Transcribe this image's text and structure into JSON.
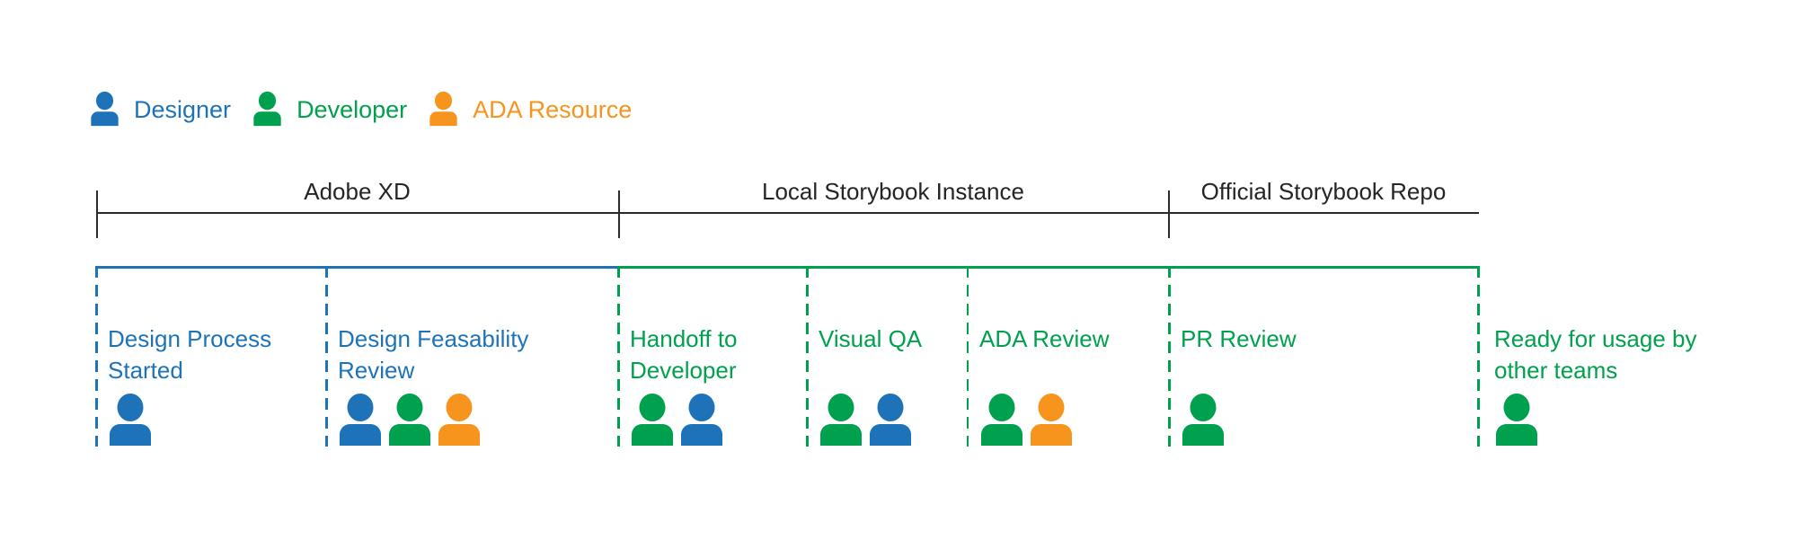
{
  "legend": {
    "items": [
      {
        "label": "Designer",
        "role": "designer"
      },
      {
        "label": "Developer",
        "role": "developer"
      },
      {
        "label": "ADA Resource",
        "role": "ada"
      }
    ],
    "colors": {
      "designer": "#1E73B8",
      "developer": "#00A14E",
      "ada": "#F7941E"
    }
  },
  "phases": [
    {
      "label": "Adobe XD"
    },
    {
      "label": "Local Storybook Instance"
    },
    {
      "label": "Official Storybook Repo"
    }
  ],
  "stages": [
    {
      "label": "Design Process Started",
      "accent": "#1E73B8",
      "roles": [
        "designer"
      ]
    },
    {
      "label": "Design Feasability Review",
      "accent": "#1E73B8",
      "roles": [
        "designer",
        "developer",
        "ada"
      ]
    },
    {
      "label": "Handoff to Developer",
      "accent": "#00A14E",
      "roles": [
        "developer",
        "designer"
      ]
    },
    {
      "label": "Visual QA",
      "accent": "#00A14E",
      "roles": [
        "developer",
        "designer"
      ]
    },
    {
      "label": "ADA Review",
      "accent": "#00A14E",
      "roles": [
        "developer",
        "ada"
      ]
    },
    {
      "label": "PR Review",
      "accent": "#00A14E",
      "roles": [
        "developer"
      ]
    },
    {
      "label": "Ready for usage by other teams",
      "accent": "#00A14E",
      "roles": [
        "developer"
      ]
    }
  ],
  "colors": {
    "bracket": "#2B2B2B",
    "phase_text": "#252525",
    "background": "#FFFFFF"
  }
}
